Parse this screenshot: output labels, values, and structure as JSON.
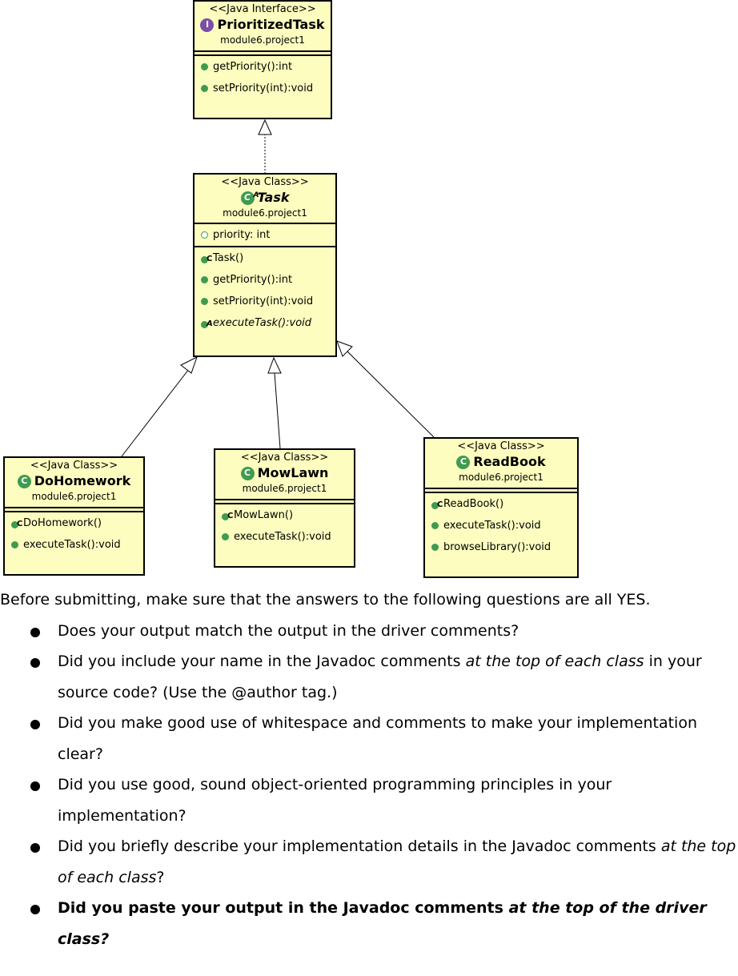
{
  "diagram": {
    "classes": [
      {
        "id": "prioritized-task",
        "stereotype": "<<Java Interface>>",
        "name": "PrioritizedTask",
        "package": "module6.project1",
        "fields": [],
        "methods": [
          "getPriority():int",
          "setPriority(int):void"
        ]
      },
      {
        "id": "task",
        "stereotype": "<<Java Class>>",
        "name": "Task",
        "package": "module6.project1",
        "fields": [
          "priority: int"
        ],
        "methods": [
          "Task()",
          "getPriority():int",
          "setPriority(int):void",
          "executeTask():void"
        ]
      },
      {
        "id": "do-homework",
        "stereotype": "<<Java Class>>",
        "name": "DoHomework",
        "package": "module6.project1",
        "methods": [
          "DoHomework()",
          "executeTask():void"
        ]
      },
      {
        "id": "mow-lawn",
        "stereotype": "<<Java Class>>",
        "name": "MowLawn",
        "package": "module6.project1",
        "methods": [
          "MowLawn()",
          "executeTask():void"
        ]
      },
      {
        "id": "read-book",
        "stereotype": "<<Java Class>>",
        "name": "ReadBook",
        "package": "module6.project1",
        "methods": [
          "ReadBook()",
          "executeTask():void",
          "browseLibrary():void"
        ]
      }
    ],
    "relations": [
      {
        "from": "Task",
        "to": "PrioritizedTask",
        "kind": "realization"
      },
      {
        "from": "DoHomework",
        "to": "Task",
        "kind": "generalization"
      },
      {
        "from": "MowLawn",
        "to": "Task",
        "kind": "generalization"
      },
      {
        "from": "ReadBook",
        "to": "Task",
        "kind": "generalization"
      }
    ],
    "colors": {
      "box_fill": "#fdfdbf",
      "method_dot": "#3e9b4f",
      "interface_badge": "#7b4fa8"
    }
  },
  "checklist": {
    "intro": "Before submitting, make sure that the answers to the following questions are all YES.",
    "items": [
      {
        "text": "Does your output match the output in the driver comments?"
      },
      {
        "pre": "Did you include your name in the Javadoc comments ",
        "em": "at the top of each class",
        "post": " in your source code?  (Use the @author tag.)"
      },
      {
        "text": "Did you make good use of whitespace and comments to make your implementation clear?"
      },
      {
        "text": "Did you use good, sound object-oriented programming principles in your implementation?"
      },
      {
        "pre": "Did you briefly describe your implementation details in the Javadoc comments ",
        "em": "at the top of each class",
        "post": "?"
      },
      {
        "pre": "Did you paste your output in the Javadoc comments ",
        "em": "at the top of the driver class?",
        "post": ""
      }
    ]
  }
}
